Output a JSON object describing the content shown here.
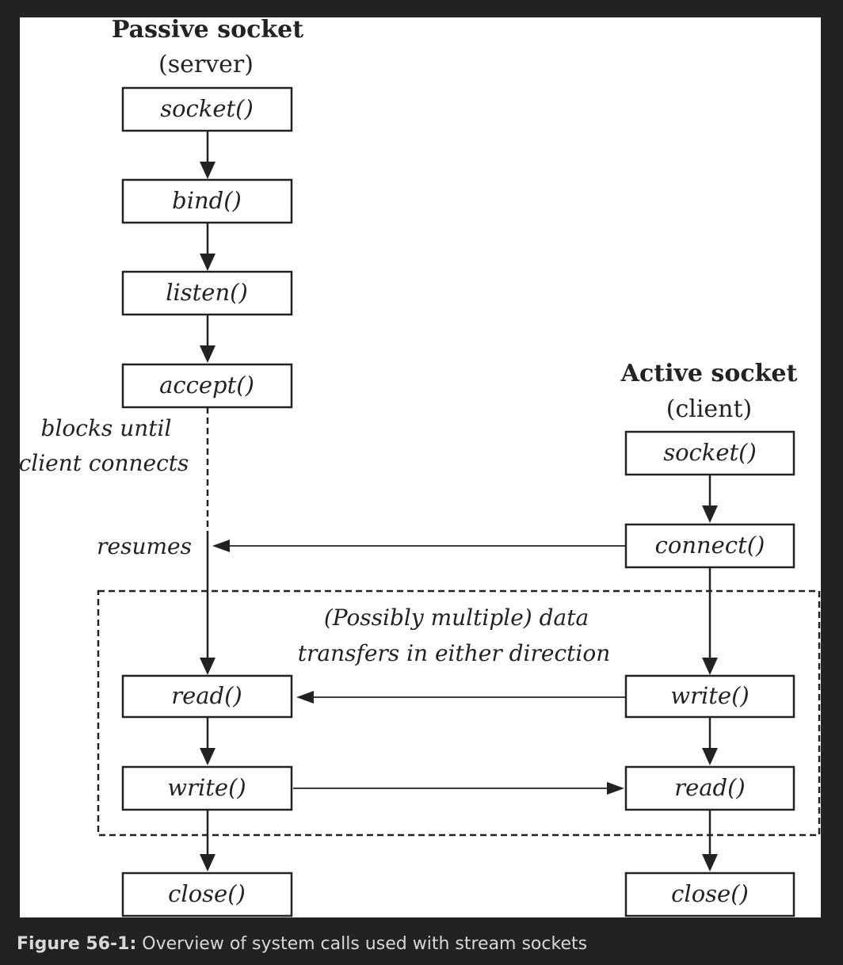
{
  "server": {
    "title": "Passive socket",
    "subtitle": "(server)",
    "calls": [
      "socket()",
      "bind()",
      "listen()",
      "accept()",
      "read()",
      "write()",
      "close()"
    ],
    "blocks_line1": "blocks until",
    "blocks_line2": "client connects",
    "resumes": "resumes"
  },
  "client": {
    "title": "Active socket",
    "subtitle": "(client)",
    "calls": [
      "socket()",
      "connect()",
      "write()",
      "read()",
      "close()"
    ]
  },
  "transfer_region": {
    "line1": "(Possibly multiple) data",
    "line2": "transfers in either direction"
  },
  "caption": {
    "label": "Figure 56-1:",
    "text": " Overview of system calls used with stream sockets"
  }
}
